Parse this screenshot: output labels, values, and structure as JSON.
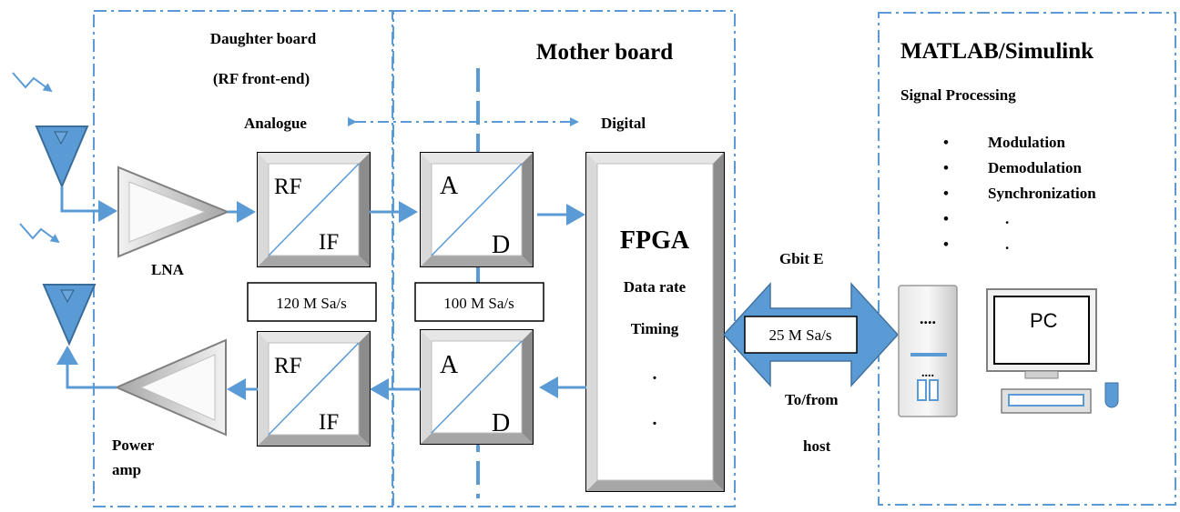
{
  "sections": {
    "daughter_title": "Daughter board",
    "daughter_subtitle": "(RF front-end)",
    "mother_title": "Mother board",
    "matlab_title": "MATLAB/Simulink"
  },
  "domain_labels": {
    "analogue": "Analogue",
    "digital": "Digital"
  },
  "blocks": {
    "lna": "LNA",
    "power_amp_line1": "Power",
    "power_amp_line2": "amp",
    "rf": "RF",
    "if": "IF",
    "a": "A",
    "d": "D",
    "fpga": "FPGA",
    "data_rate": "Data rate",
    "timing": "Timing",
    "dot": ".",
    "pc": "PC",
    "tower_dots": "....",
    "tower_dots_small": "...."
  },
  "rates": {
    "rf_if": "120 M Sa/s",
    "adc": "100 M Sa/s",
    "link": "25 M Sa/s"
  },
  "link": {
    "name": "Gbit E",
    "to_from": "To/from",
    "host": "host"
  },
  "signal_processing": {
    "title": "Signal Processing",
    "items": [
      "Modulation",
      "Demodulation",
      "Synchronization",
      ".",
      "."
    ]
  },
  "bullet": "•",
  "colors": {
    "accent": "#5b9bd5",
    "antenna": "#5b9bd5",
    "box_border": "#000000"
  }
}
